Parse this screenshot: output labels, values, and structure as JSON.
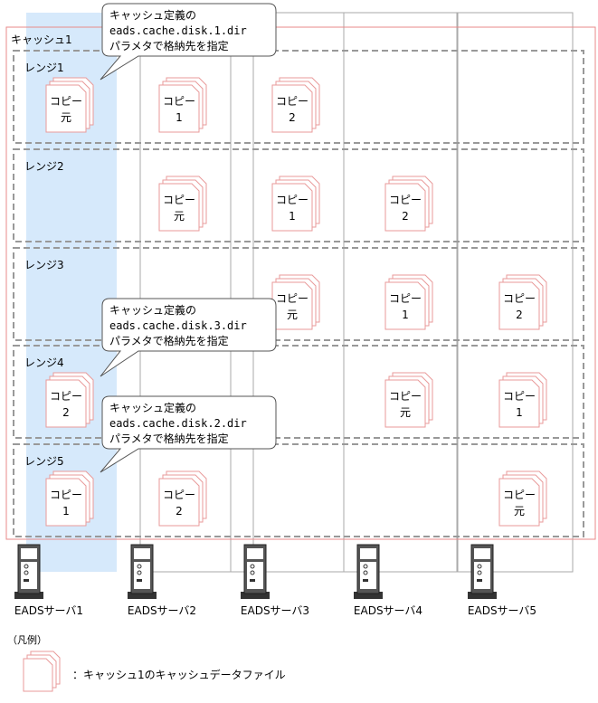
{
  "cache": {
    "label": "キャッシュ1"
  },
  "ranges": [
    {
      "label": "レンジ1",
      "copies": [
        {
          "server": 0,
          "line1": "コピー",
          "line2": "元"
        },
        {
          "server": 1,
          "line1": "コピー",
          "line2": "1"
        },
        {
          "server": 2,
          "line1": "コピー",
          "line2": "2"
        }
      ]
    },
    {
      "label": "レンジ2",
      "copies": [
        {
          "server": 1,
          "line1": "コピー",
          "line2": "元"
        },
        {
          "server": 2,
          "line1": "コピー",
          "line2": "1"
        },
        {
          "server": 3,
          "line1": "コピー",
          "line2": "2"
        }
      ]
    },
    {
      "label": "レンジ3",
      "copies": [
        {
          "server": 2,
          "line1": "コピー",
          "line2": "元"
        },
        {
          "server": 3,
          "line1": "コピー",
          "line2": "1"
        },
        {
          "server": 4,
          "line1": "コピー",
          "line2": "2"
        }
      ]
    },
    {
      "label": "レンジ4",
      "copies": [
        {
          "server": 0,
          "line1": "コピー",
          "line2": "2"
        },
        {
          "server": 3,
          "line1": "コピー",
          "line2": "元"
        },
        {
          "server": 4,
          "line1": "コピー",
          "line2": "1"
        }
      ]
    },
    {
      "label": "レンジ5",
      "copies": [
        {
          "server": 0,
          "line1": "コピー",
          "line2": "1"
        },
        {
          "server": 1,
          "line1": "コピー",
          "line2": "2"
        },
        {
          "server": 4,
          "line1": "コピー",
          "line2": "元"
        }
      ]
    }
  ],
  "callouts": [
    {
      "range": 0,
      "lines": [
        "キャッシュ定義の",
        "eads.cache.disk.1.dir",
        "パラメタで格納先を指定"
      ]
    },
    {
      "range": 3,
      "lines": [
        "キャッシュ定義の",
        "eads.cache.disk.3.dir",
        "パラメタで格納先を指定"
      ]
    },
    {
      "range": 4,
      "lines": [
        "キャッシュ定義の",
        "eads.cache.disk.2.dir",
        "パラメタで格納先を指定"
      ]
    }
  ],
  "servers": [
    "EADSサーバ1",
    "EADSサーバ2",
    "EADSサーバ3",
    "EADSサーバ4",
    "EADSサーバ5"
  ],
  "legend": {
    "heading": "（凡例）",
    "description": "：キャッシュ1のキャッシュデータファイル"
  },
  "colors": {
    "highlight": "#d6e9fb",
    "cache_border": "#e88a8a",
    "file_border": "#e99a9a",
    "range_dash": "#999999",
    "server_border": "#aaaaaa"
  }
}
